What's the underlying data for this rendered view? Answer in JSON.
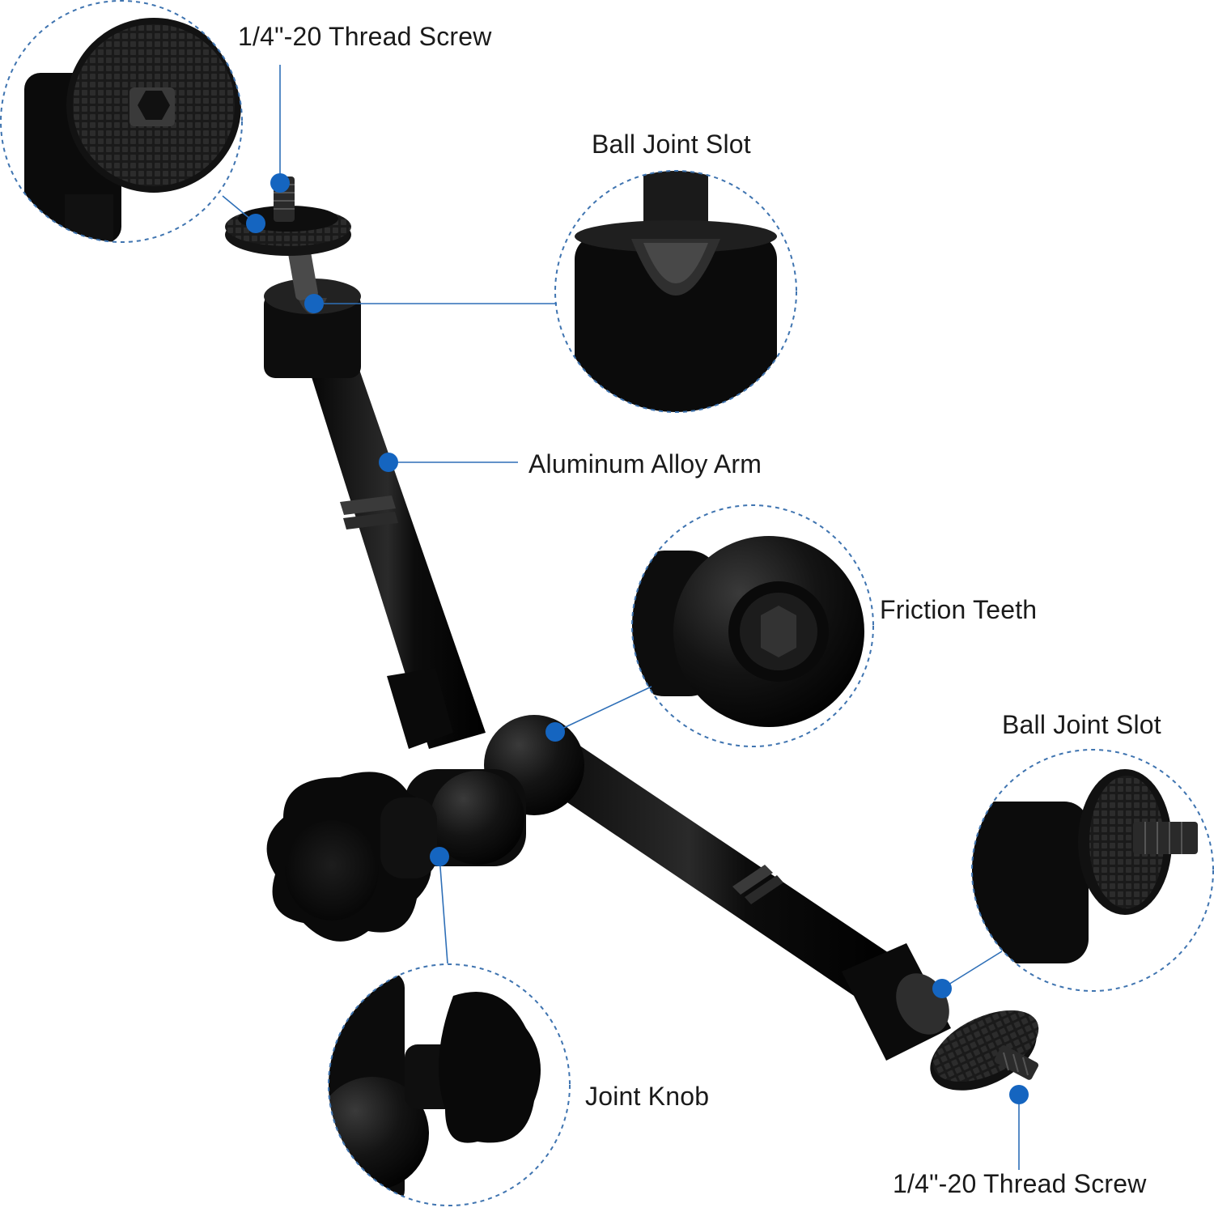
{
  "colors": {
    "accent": "#1565c0",
    "leader": "#2e6fb7",
    "dashed_circle": "#3f74b0",
    "product": "#101010"
  },
  "callouts": {
    "top_thread_screw": "1/4\"-20 Thread Screw",
    "top_ball_joint_slot": "Ball Joint Slot",
    "aluminum_alloy_arm": "Aluminum Alloy Arm",
    "friction_teeth": "Friction Teeth",
    "right_ball_joint_slot": "Ball Joint Slot",
    "joint_knob": "Joint Knob",
    "bottom_thread_screw": "1/4\"-20 Thread Screw"
  }
}
